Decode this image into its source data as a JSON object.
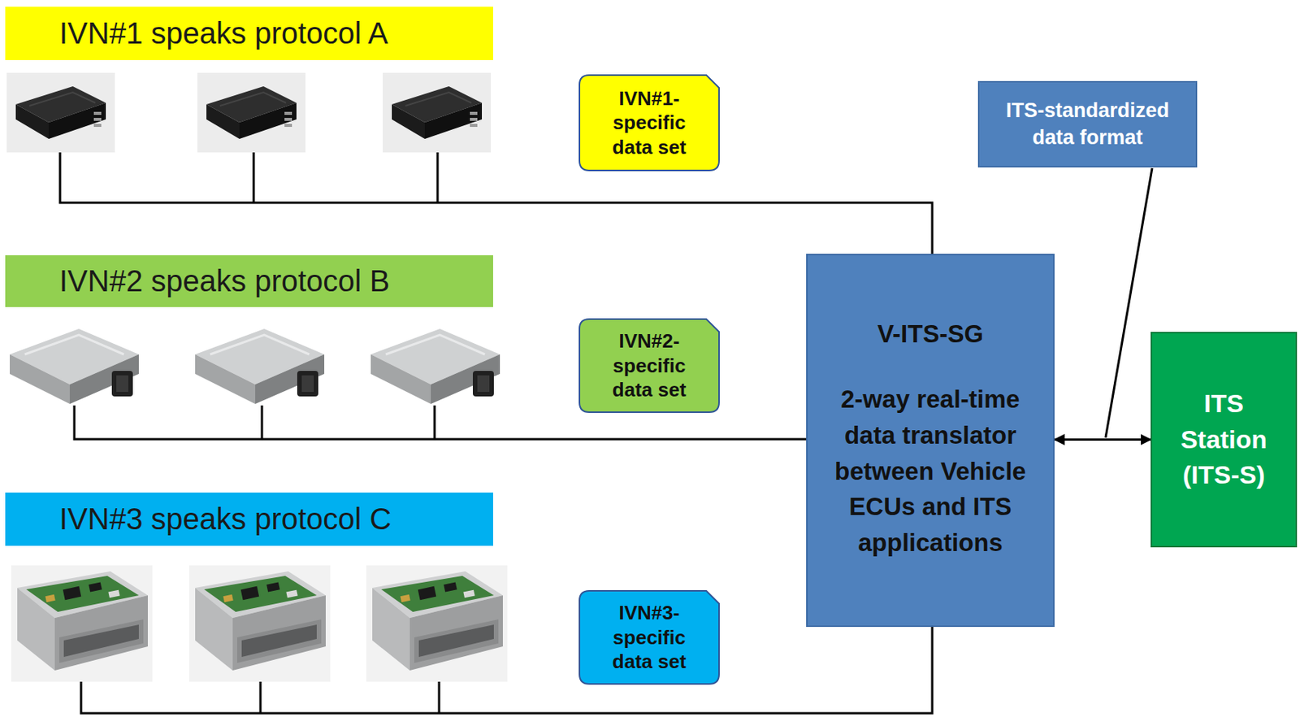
{
  "diagram": {
    "nodes": [
      {
        "text": [
          "IVN#1 speaks protocol A"
        ]
      },
      {
        "text": [
          "IVN#1- specific data set"
        ]
      },
      {
        "text": [
          "ITS-standardized data format"
        ]
      },
      {
        "text": [
          "IVN#2 speaks protocol B"
        ]
      },
      {
        "text": [
          "IVN#2- specific data set"
        ]
      },
      {
        "text": [
          "V-ITS-SG",
          "2-way real-time data translator between Vehicle ECUs and ITS applications"
        ]
      },
      {
        "text": [
          "ITS Station (ITS-S)"
        ]
      },
      {
        "text": [
          "IVN#3 speaks protocol C"
        ]
      },
      {
        "text": [
          "IVN#3- specific data set"
        ]
      }
    ],
    "edges": [
      {
        "from": 5,
        "to": 6,
        "arrow": "both"
      }
    ]
  }
}
